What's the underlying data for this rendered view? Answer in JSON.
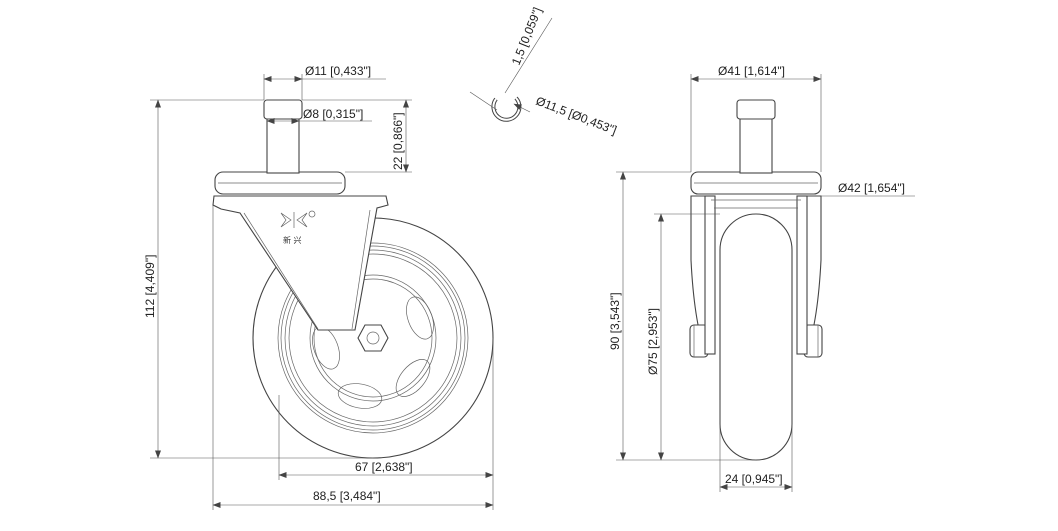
{
  "dimensions": {
    "stem_top_dia": "Ø11 [0,433\"]",
    "stem_dia": "Ø8 [0,315\"]",
    "stem_height": "22 [0,866\"]",
    "total_height": "112 [4,409\"]",
    "wheel_width_side": "67 [2,638\"]",
    "total_width": "88,5 [3,484\"]",
    "ring_thickness": "1,5 [0,059\"]",
    "ring_dia": "Ø11,5 [Ø0,453\"]",
    "front_top_dia": "Ø41 [1,614\"]",
    "plate_dia": "Ø42 [1,654\"]",
    "front_height": "90 [3,543\"]",
    "wheel_dia": "Ø75 [2,953\"]",
    "wheel_width": "24 [0,945\"]"
  },
  "logo_text": "新 兴"
}
